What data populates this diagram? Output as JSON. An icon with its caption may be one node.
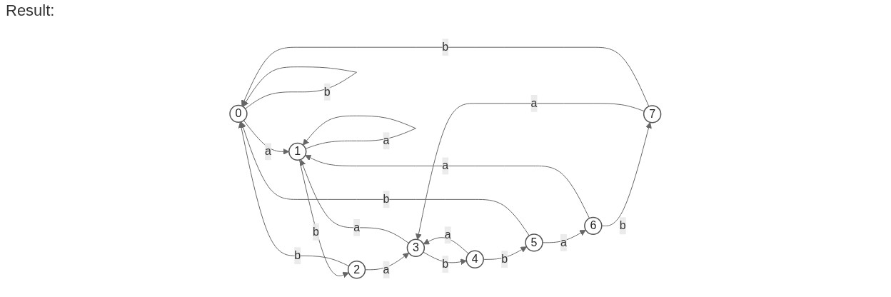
{
  "diagram": {
    "title": "Result:",
    "nodes": [
      {
        "text": [
          "0"
        ]
      },
      {
        "text": [
          "1"
        ]
      },
      {
        "text": [
          "2"
        ]
      },
      {
        "text": [
          "3"
        ]
      },
      {
        "text": [
          "4"
        ]
      },
      {
        "text": [
          "5"
        ]
      },
      {
        "text": [
          "6"
        ]
      },
      {
        "text": [
          "7"
        ]
      }
    ],
    "edges": [
      {
        "from": 0,
        "to": 0,
        "arrow": "to",
        "label": "b"
      },
      {
        "from": 0,
        "to": 1,
        "arrow": "to",
        "label": "a"
      },
      {
        "from": 1,
        "to": 1,
        "arrow": "to",
        "label": "a"
      },
      {
        "from": 1,
        "to": 2,
        "arrow": "to",
        "label": "b"
      },
      {
        "from": 2,
        "to": 3,
        "arrow": "to",
        "label": "a"
      },
      {
        "from": 3,
        "to": 4,
        "arrow": "to",
        "label": "b"
      },
      {
        "from": 4,
        "to": 5,
        "arrow": "to",
        "label": "b"
      },
      {
        "from": 5,
        "to": 6,
        "arrow": "to",
        "label": "a"
      },
      {
        "from": 6,
        "to": 7,
        "arrow": "to",
        "label": "b"
      },
      {
        "from": 3,
        "to": 1,
        "arrow": "to",
        "label": "a"
      },
      {
        "from": 4,
        "to": 3,
        "arrow": "to",
        "label": "a"
      },
      {
        "from": 6,
        "to": 1,
        "arrow": "to",
        "label": "a"
      },
      {
        "from": 7,
        "to": 3,
        "arrow": "to",
        "label": "a"
      },
      {
        "from": 2,
        "to": 0,
        "arrow": "to",
        "label": "b"
      },
      {
        "from": 5,
        "to": 0,
        "arrow": "to",
        "label": "b"
      },
      {
        "from": 7,
        "to": 0,
        "arrow": "to",
        "label": "b"
      }
    ]
  }
}
